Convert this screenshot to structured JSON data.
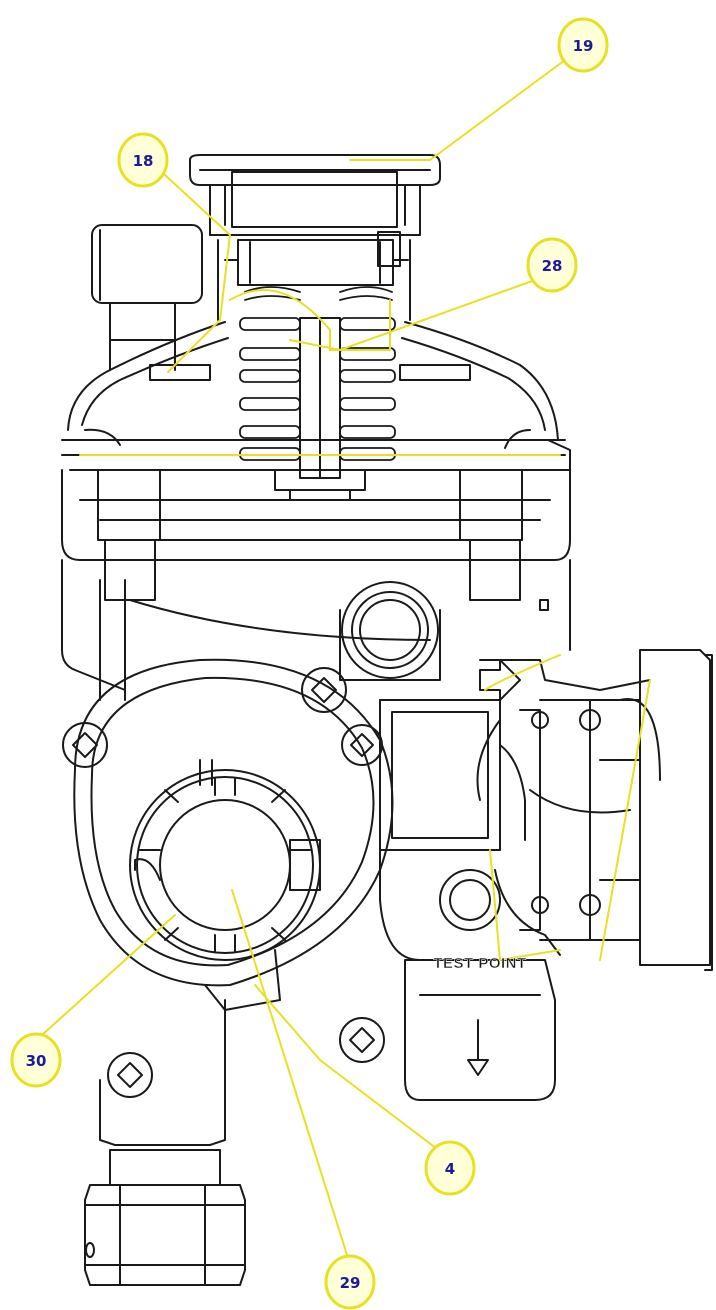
{
  "colors": {
    "outline": "#1a1a1a",
    "leader": "#e8e020",
    "balloon_fill": "#ffffd8",
    "balloon_stroke": "#e8e020",
    "balloon_text": "#1a1aa0",
    "paper": "#ffffff"
  },
  "test_point_label": "TEST POINT",
  "callouts": [
    "19",
    "18",
    "28",
    "30",
    "4",
    "29"
  ]
}
